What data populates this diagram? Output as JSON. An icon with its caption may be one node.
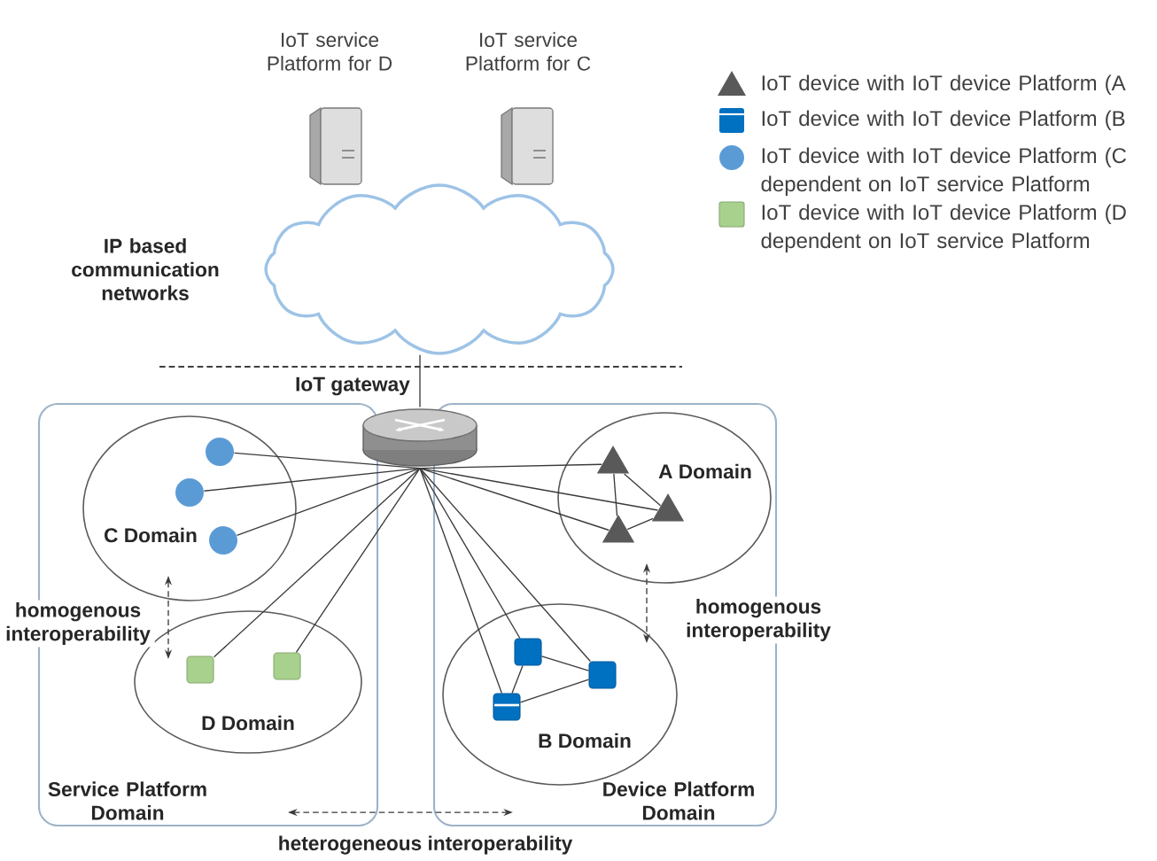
{
  "diagram": {
    "nodes": [
      {
        "text": [],
        "shape": "picture",
        "beside": [
          "IoT service Platform for D"
        ]
      },
      {
        "text": [],
        "shape": "picture",
        "beside": [
          "IoT service Platform for C"
        ]
      },
      {
        "text": [],
        "shape": "cloud",
        "beside": [
          "IP based communication networks"
        ]
      },
      {
        "text": [],
        "shape": "cylinder",
        "beside": [
          "IoT gateway"
        ]
      },
      {
        "text": [
          "Service Platform Domain"
        ]
      },
      {
        "text": [
          "C Domain"
        ],
        "in": 4
      },
      {
        "text": [],
        "shape": "circle",
        "in": 5
      },
      {
        "text": [],
        "shape": "circle",
        "in": 5
      },
      {
        "text": [],
        "shape": "circle",
        "in": 5
      },
      {
        "text": [
          "D Domain"
        ],
        "in": 4
      },
      {
        "text": [],
        "shape": "box",
        "in": 9
      },
      {
        "text": [],
        "shape": "box",
        "in": 9
      },
      {
        "text": [
          "Device Platform Domain"
        ]
      },
      {
        "text": [
          "A Domain"
        ],
        "in": 12
      },
      {
        "text": [],
        "shape": "triangle",
        "in": 13
      },
      {
        "text": [],
        "shape": "triangle",
        "in": 13
      },
      {
        "text": [],
        "shape": "triangle",
        "in": 13
      },
      {
        "text": [
          "B Domain"
        ],
        "in": 12
      },
      {
        "text": [],
        "shape": "box",
        "in": 17
      },
      {
        "text": [],
        "shape": "box",
        "in": 17
      },
      {
        "text": [],
        "shape": "box",
        "in": 17
      }
    ],
    "edges": [
      {
        "from": 2,
        "to": 3,
        "arrow": "none"
      },
      {
        "from": 3,
        "to": 6,
        "arrow": "none"
      },
      {
        "from": 3,
        "to": 7,
        "arrow": "none"
      },
      {
        "from": 3,
        "to": 8,
        "arrow": "none"
      },
      {
        "from": 3,
        "to": 10,
        "arrow": "none"
      },
      {
        "from": 3,
        "to": 11,
        "arrow": "none"
      },
      {
        "from": 3,
        "to": 14,
        "arrow": "none"
      },
      {
        "from": 3,
        "to": 15,
        "arrow": "none"
      },
      {
        "from": 3,
        "to": 16,
        "arrow": "none"
      },
      {
        "from": 3,
        "to": 18,
        "arrow": "none"
      },
      {
        "from": 3,
        "to": 19,
        "arrow": "none"
      },
      {
        "from": 3,
        "to": 20,
        "arrow": "none"
      },
      {
        "from": 14,
        "to": 15,
        "arrow": "none"
      },
      {
        "from": 14,
        "to": 16,
        "arrow": "none"
      },
      {
        "from": 16,
        "to": 15,
        "arrow": "none"
      },
      {
        "from": 18,
        "to": 19,
        "arrow": "none"
      },
      {
        "from": 18,
        "to": 20,
        "arrow": "none"
      },
      {
        "from": 20,
        "to": 19,
        "arrow": "none"
      },
      {
        "from": 5,
        "to": 9,
        "arrow": "both",
        "style": "dashed",
        "label": "homogenous interoperability"
      },
      {
        "from": 13,
        "to": 17,
        "arrow": "both",
        "style": "dashed",
        "label": "homogenous interoperability"
      },
      {
        "from": 4,
        "to": 12,
        "arrow": "both",
        "style": "dashed",
        "label": "heterogeneous interoperability"
      }
    ],
    "legend": [
      {
        "text": "IoT device with IoT device Platform (A",
        "color": "#595959"
      },
      {
        "text": "IoT device with IoT device Platform (B",
        "color": "#0070c0"
      },
      {
        "text": "IoT device with IoT device Platform (C dependent on IoT service Platform",
        "color": "#5b9bd5"
      },
      {
        "text": "IoT device with IoT device Platform (D dependent on IoT service Platform",
        "color": "#a9d18e"
      }
    ]
  }
}
